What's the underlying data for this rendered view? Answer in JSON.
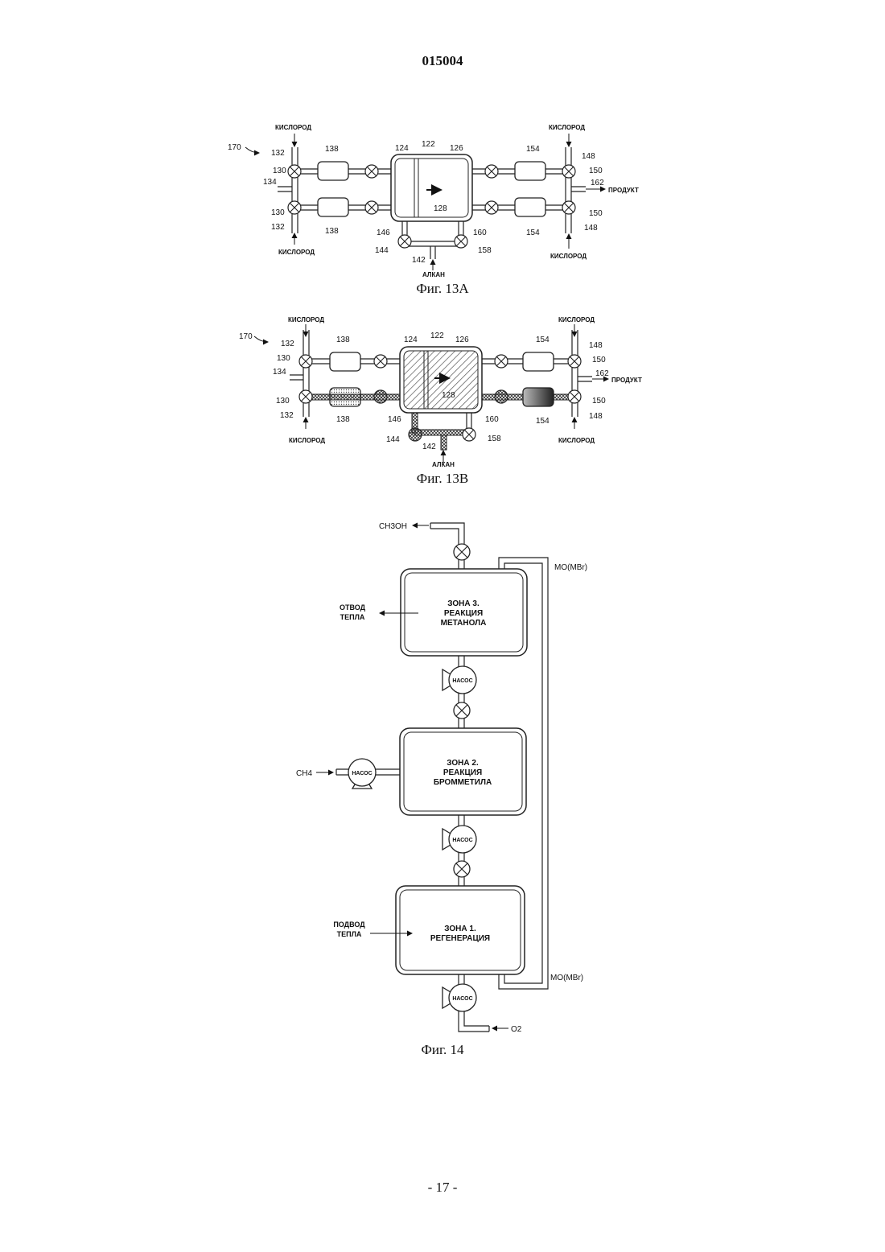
{
  "header": {
    "doc_number": "015004"
  },
  "footer": {
    "page": "- 17 -"
  },
  "fig13a": {
    "caption": "Фиг. 13А",
    "ref": "170",
    "labels": {
      "oxygen": "КИСЛОРОД",
      "product": "ПРОДУКТ",
      "alkane": "АЛКАН"
    },
    "nums": {
      "n122": "122",
      "n124": "124",
      "n126": "126",
      "n128": "128",
      "n130": "130",
      "n132": "132",
      "n134": "134",
      "n138": "138",
      "n142": "142",
      "n144": "144",
      "n146": "146",
      "n148": "148",
      "n150": "150",
      "n154": "154",
      "n158": "158",
      "n160": "160",
      "n162": "162"
    }
  },
  "fig13b": {
    "caption": "Фиг. 13В",
    "ref": "170",
    "labels": {
      "oxygen": "КИСЛОРОД",
      "product": "ПРОДУКТ",
      "alkane": "АЛКАН"
    },
    "nums": {
      "n122": "122",
      "n124": "124",
      "n126": "126",
      "n128": "128",
      "n130": "130",
      "n132": "132",
      "n134": "134",
      "n138": "138",
      "n142": "142",
      "n144": "144",
      "n146": "146",
      "n148": "148",
      "n150": "150",
      "n154": "154",
      "n158": "158",
      "n160": "160",
      "n162": "162"
    }
  },
  "fig14": {
    "caption": "Фиг. 14",
    "ch3oh": "CH3OH",
    "ch4": "CH4",
    "o2": "O2",
    "mo_top": "MO(MBr)",
    "mo_bottom": "MO(MBr)",
    "pump": "НАСОС",
    "heat_out": [
      "ОТВОД",
      "ТЕПЛА"
    ],
    "heat_in": [
      "ПОДВОД",
      "ТЕПЛА"
    ],
    "zone3": [
      "ЗОНА 3.",
      "РЕАКЦИЯ",
      "МЕТАНОЛА"
    ],
    "zone2": [
      "ЗОНА 2.",
      "РЕАКЦИЯ",
      "БРОММЕТИЛА"
    ],
    "zone1": [
      "ЗОНА 1.",
      "РЕГЕНЕРАЦИЯ"
    ]
  }
}
